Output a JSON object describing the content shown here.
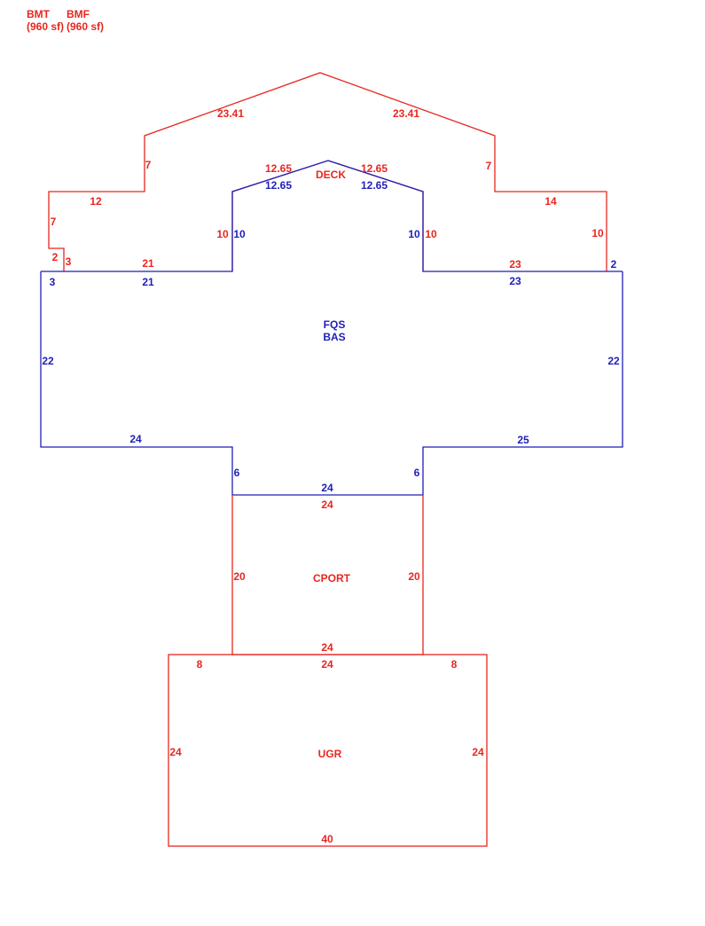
{
  "colors": {
    "red": "#e8261f",
    "blue": "#1f1fb8"
  },
  "header": {
    "bmt": {
      "code": "BMT",
      "area": "(960 sf)"
    },
    "bmf": {
      "code": "BMF",
      "area": "(960 sf)"
    }
  },
  "areas": {
    "deck": "DECK",
    "fqs": "FQS",
    "bas": "BAS",
    "cport": "CPORT",
    "ugr": "UGR"
  },
  "dims": {
    "deck_roof_left": "23.41",
    "deck_roof_right": "23.41",
    "deck_left_drop": "7",
    "deck_right_drop": "7",
    "deck_left_ledge": "12",
    "deck_right_ledge": "14",
    "deck_left_lower": "7",
    "deck_notch_top": "2",
    "deck_notch_side": "3",
    "deck_bottom_left": "21",
    "deck_bottom_right": "23",
    "deck_right_side": "10",
    "deck_inner_left": "10",
    "deck_inner_right": "10",
    "deck_peak_left": "12.65",
    "deck_peak_right": "12.65",
    "bas_peak_left": "12.65",
    "bas_peak_right": "12.65",
    "bas_inner_left": "10",
    "bas_inner_right": "10",
    "bas_top_left": "21",
    "bas_top_right": "23",
    "bas_left_notch": "3",
    "bas_right_notch": "2",
    "bas_left_side": "22",
    "bas_right_side": "22",
    "bas_bottom_left": "24",
    "bas_bottom_right": "25",
    "bas_stem_left": "6",
    "bas_stem_right": "6",
    "bas_bottom": "24",
    "cport_top": "24",
    "cport_left": "20",
    "cport_right": "20",
    "cport_bottom": "24",
    "ugr_top": "24",
    "ugr_top_left": "8",
    "ugr_top_right": "8",
    "ugr_left": "24",
    "ugr_right": "24",
    "ugr_bottom": "40"
  }
}
